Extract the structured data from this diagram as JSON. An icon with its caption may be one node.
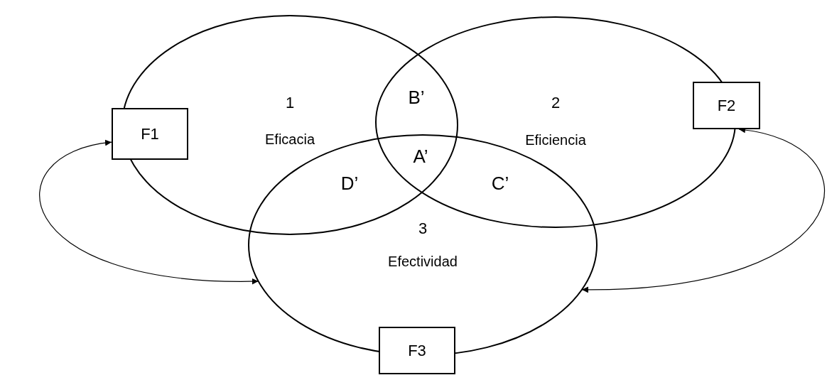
{
  "diagram": {
    "nodes": [
      {
        "text": [
          "1",
          "Eficacia"
        ]
      },
      {
        "text": [
          "2",
          "Eficiencia"
        ]
      },
      {
        "text": [
          "3",
          "Efectividad"
        ]
      },
      {
        "text": [
          "F1"
        ]
      },
      {
        "text": [
          "F2"
        ]
      },
      {
        "text": [
          "F3"
        ]
      }
    ],
    "edges": [
      {
        "from": 3,
        "to": 2,
        "arrow": "both"
      },
      {
        "from": 4,
        "to": 2,
        "arrow": "both"
      }
    ],
    "labels": [
      "B’",
      "A’",
      "D’",
      "C’"
    ]
  }
}
